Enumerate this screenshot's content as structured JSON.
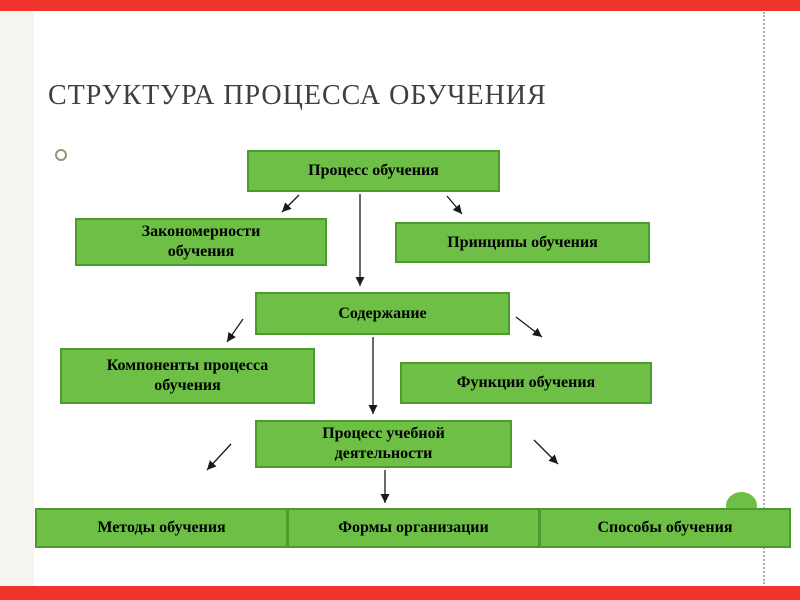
{
  "slide": {
    "title": "СТРУКТУРА ПРОЦЕССА ОБУЧЕНИЯ"
  },
  "diagram": {
    "nodes": {
      "process": {
        "label": "Процесс обучения"
      },
      "patterns": {
        "label": "Закономерности обучения"
      },
      "principles": {
        "label": "Принципы обучения"
      },
      "content": {
        "label": "Содержание"
      },
      "components": {
        "label": "Компоненты процесса обучения"
      },
      "functions": {
        "label": "Функции обучения"
      },
      "activity": {
        "label": "Процесс учебной деятельности"
      },
      "methods": {
        "label": "Методы обучения"
      },
      "forms": {
        "label": "Формы организации"
      },
      "ways": {
        "label": "Способы обучения"
      }
    },
    "edges": [
      {
        "from": "Процесс обучения",
        "to": "Закономерности обучения"
      },
      {
        "from": "Процесс обучения",
        "to": "Принципы обучения"
      },
      {
        "from": "Процесс обучения",
        "to": "Содержание"
      },
      {
        "from": "Содержание",
        "to": "Компоненты процесса обучения"
      },
      {
        "from": "Содержание",
        "to": "Функции обучения"
      },
      {
        "from": "Содержание",
        "to": "Процесс учебной деятельности"
      },
      {
        "from": "Процесс учебной деятельности",
        "to": "Методы обучения"
      },
      {
        "from": "Процесс учебной деятельности",
        "to": "Формы организации"
      },
      {
        "from": "Процесс учебной деятельности",
        "to": "Способы обучения"
      }
    ],
    "colors": {
      "box_fill": "#6dbf45",
      "box_border": "#4c9a2c",
      "accent_red": "#ee342d",
      "title_text": "#3f3f3f",
      "arrow": "#1a1a1a"
    }
  }
}
